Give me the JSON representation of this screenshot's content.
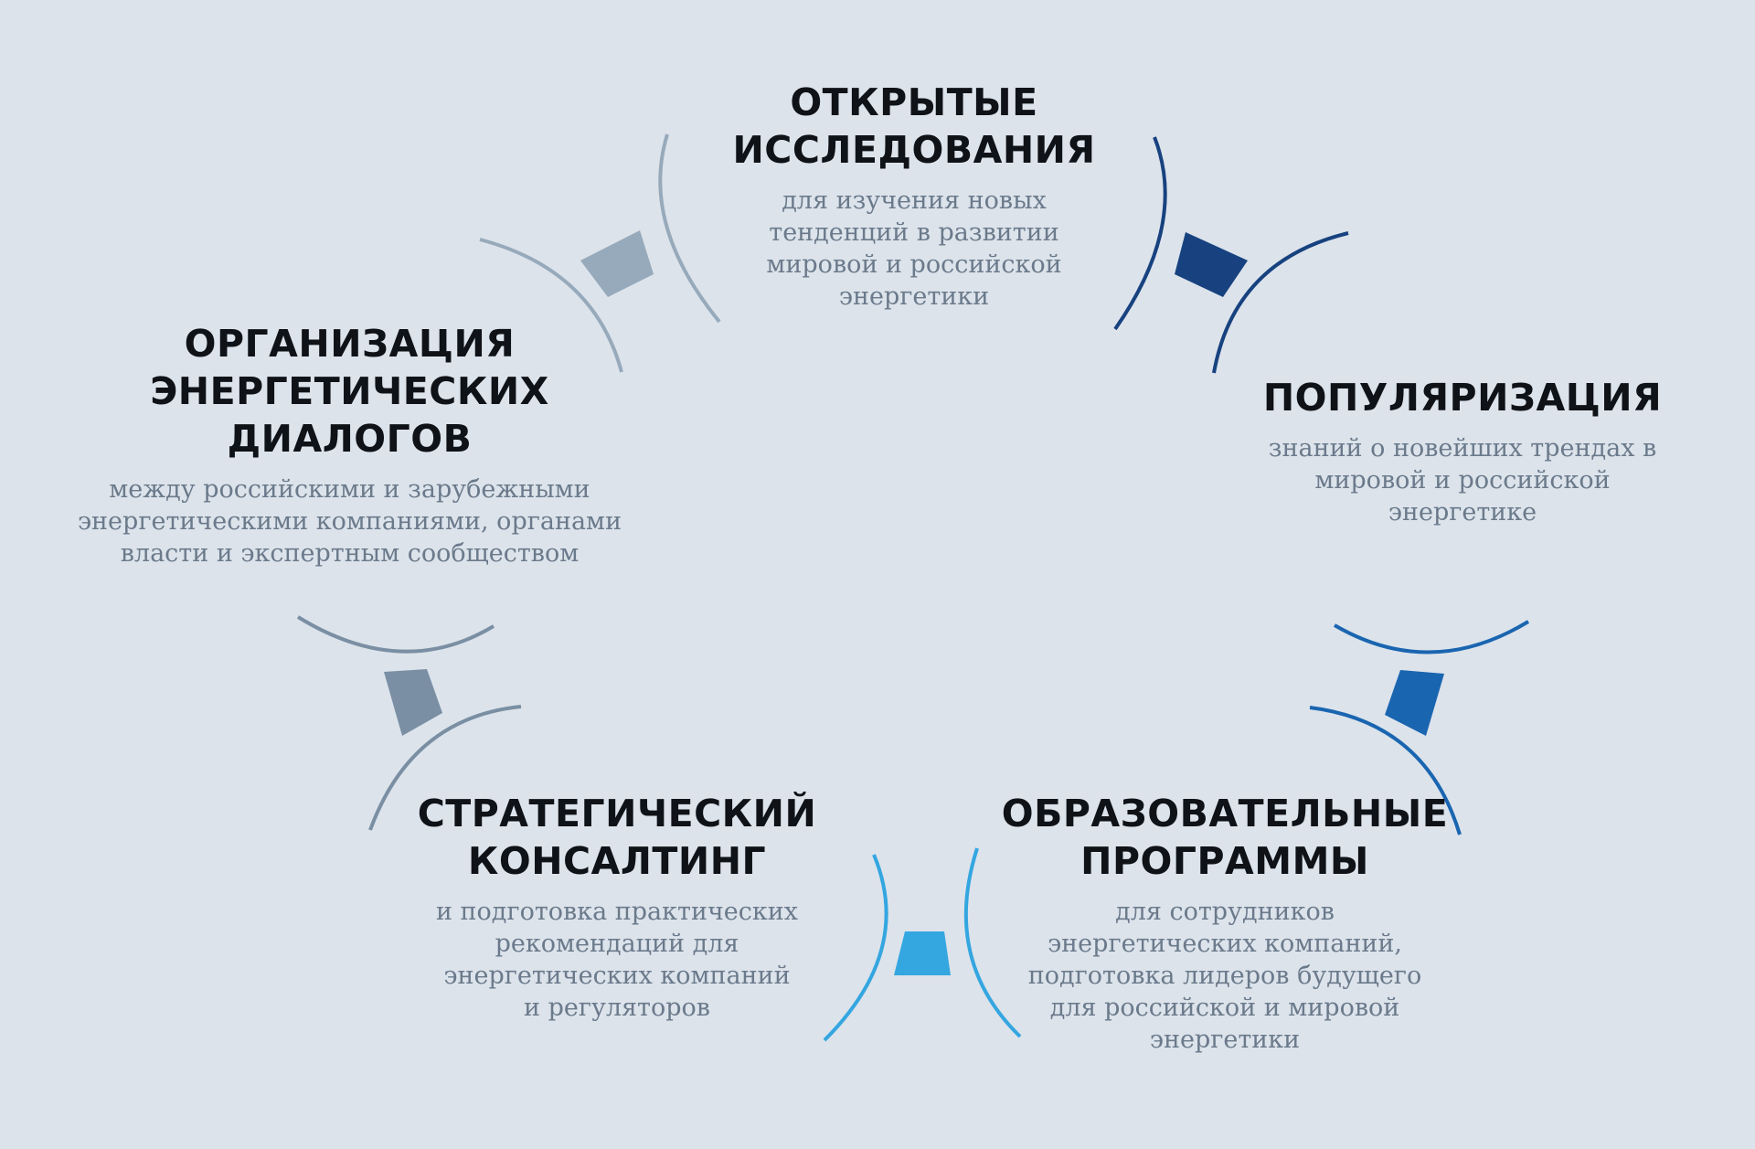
{
  "blocks": [
    {
      "id": "open-research",
      "title": "ОТКРЫТЫЕ\nИССЛЕДОВАНИЯ",
      "description": "для изучения новых\nтенденций в развитии\nмировой и российской\nэнергетики"
    },
    {
      "id": "popularization",
      "title": "ПОПУЛЯРИЗАЦИЯ",
      "description": "знаний о новейших трендах в\nмировой и российской\nэнергетике"
    },
    {
      "id": "educational-programs",
      "title": "ОБРАЗОВАТЕЛЬНЫЕ\nПРОГРАММЫ",
      "description": "для сотрудников\nэнергетических компаний,\nподготовка лидеров будущего\nдля российской и мировой\nэнергетики"
    },
    {
      "id": "strategic-consulting",
      "title": "СТРАТЕГИЧЕСКИЙ\nКОНСАЛТИНГ",
      "description": "и подготовка практических\nрекомендаций для\nэнергетических компаний\nи регуляторов"
    },
    {
      "id": "energy-dialogues",
      "title": "ОРГАНИЗАЦИЯ\nЭНЕРГЕТИЧЕСКИХ\nДИАЛОГОВ",
      "description": "между российскими и зарубежными\nэнергетическими компаниями, органами\nвласти и экспертным сообществом"
    }
  ],
  "colors": {
    "background": "#dce3eb",
    "title": "#0f1217",
    "description": "#6b7a8b",
    "connector_top_left": "#97aabb",
    "connector_top_right": "#17427f",
    "connector_right": "#1a65b0",
    "connector_bottom": "#34a6e0",
    "connector_left": "#7a8fa3"
  }
}
